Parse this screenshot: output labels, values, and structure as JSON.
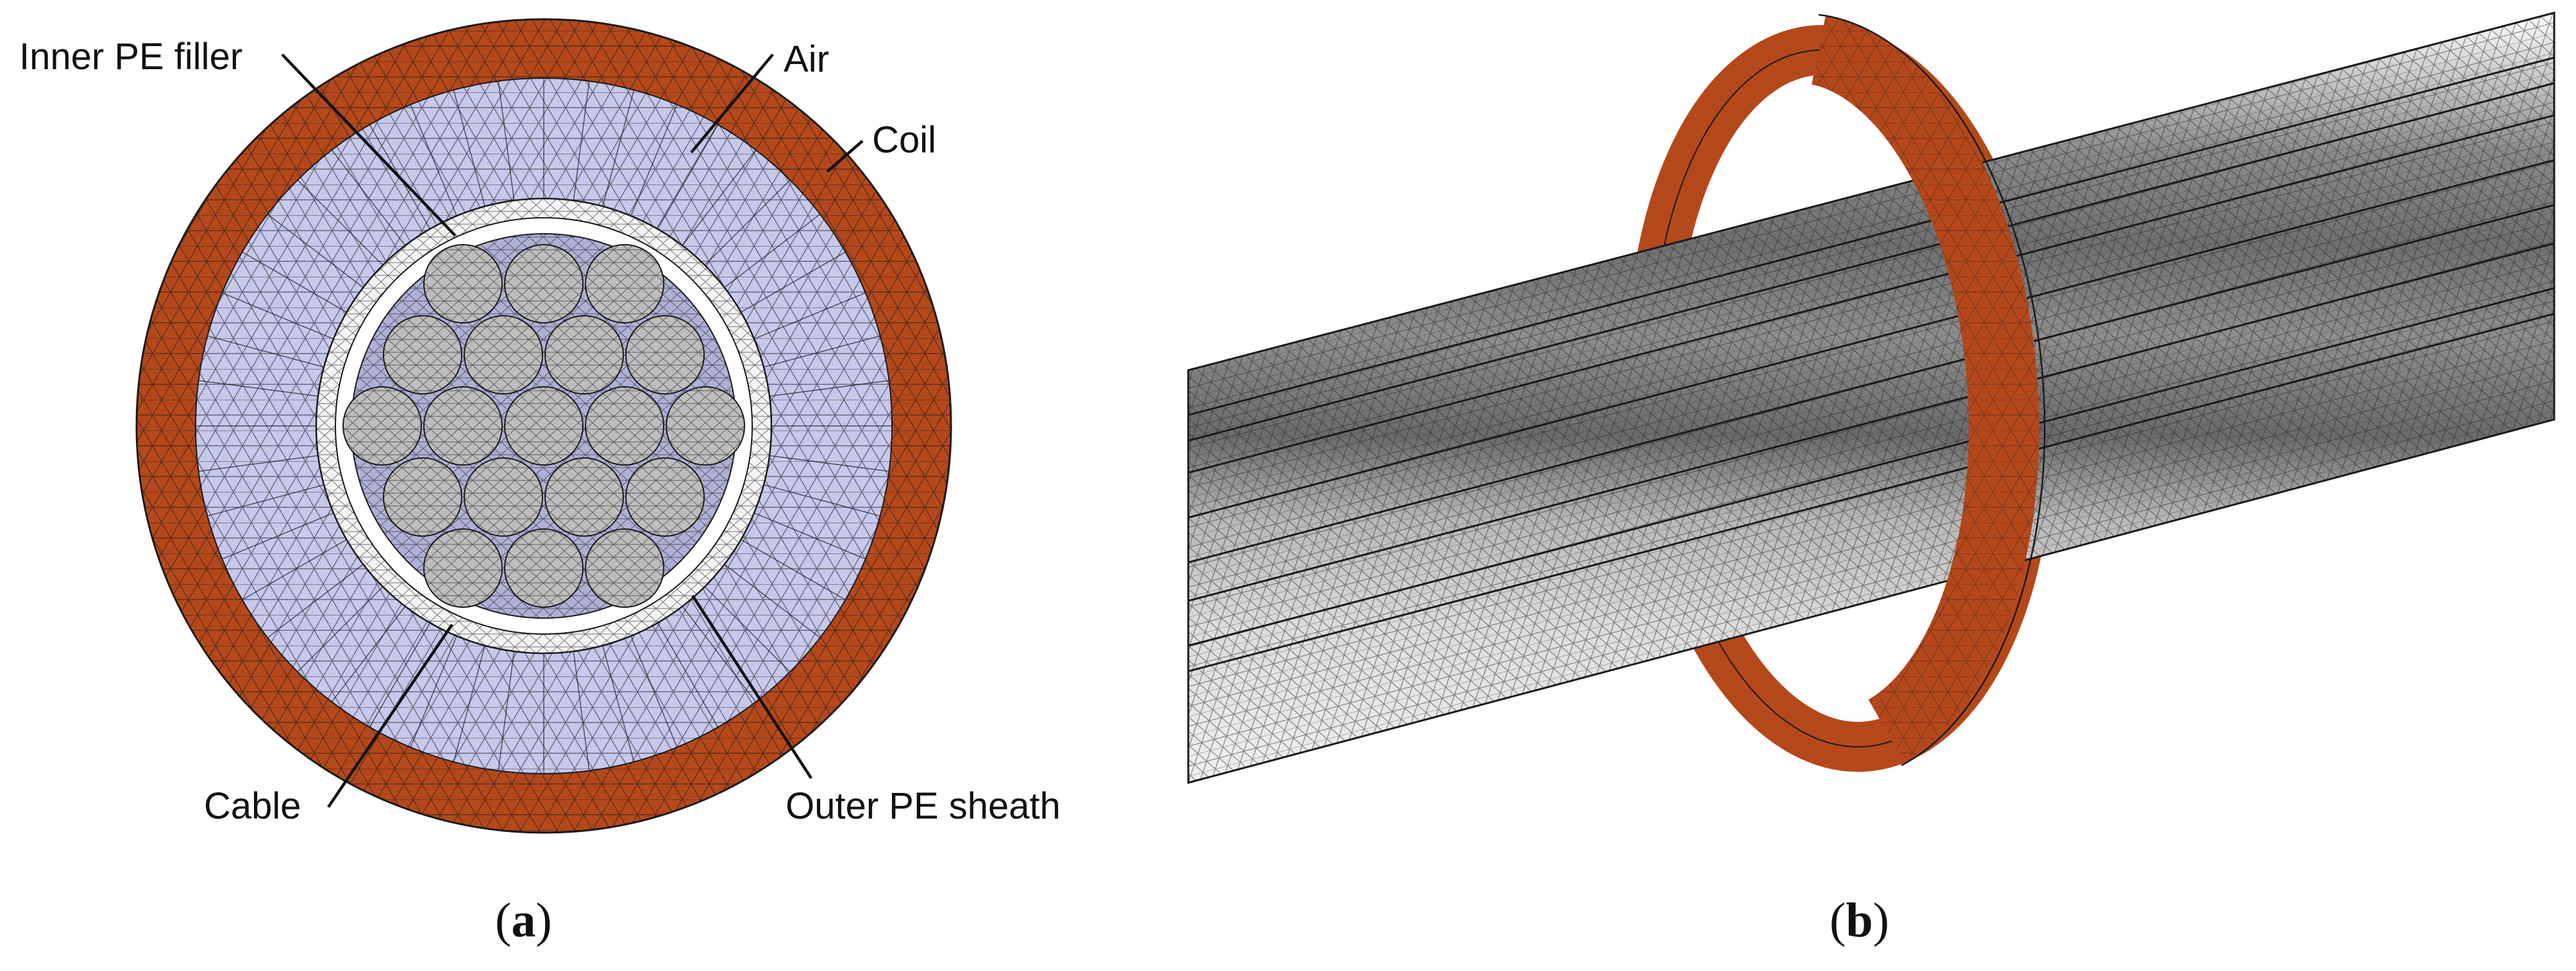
{
  "panel_a": {
    "labels": {
      "inner_filler": "Inner PE filler",
      "air": "Air",
      "coil": "Coil",
      "cable": "Cable",
      "outer_sheath": "Outer PE sheath"
    },
    "caption_open": "(",
    "caption_letter": "a",
    "caption_close": ")"
  },
  "panel_b": {
    "caption_open": "(",
    "caption_letter": "b",
    "caption_close": ")"
  },
  "colors": {
    "coil": "#b5481b",
    "air": "#c6c8ec",
    "conductor": "#bdbdbd",
    "filler": "#aeb0d6",
    "sheath": "#f4f4f4",
    "mesh_line": "#1a1a1a"
  }
}
